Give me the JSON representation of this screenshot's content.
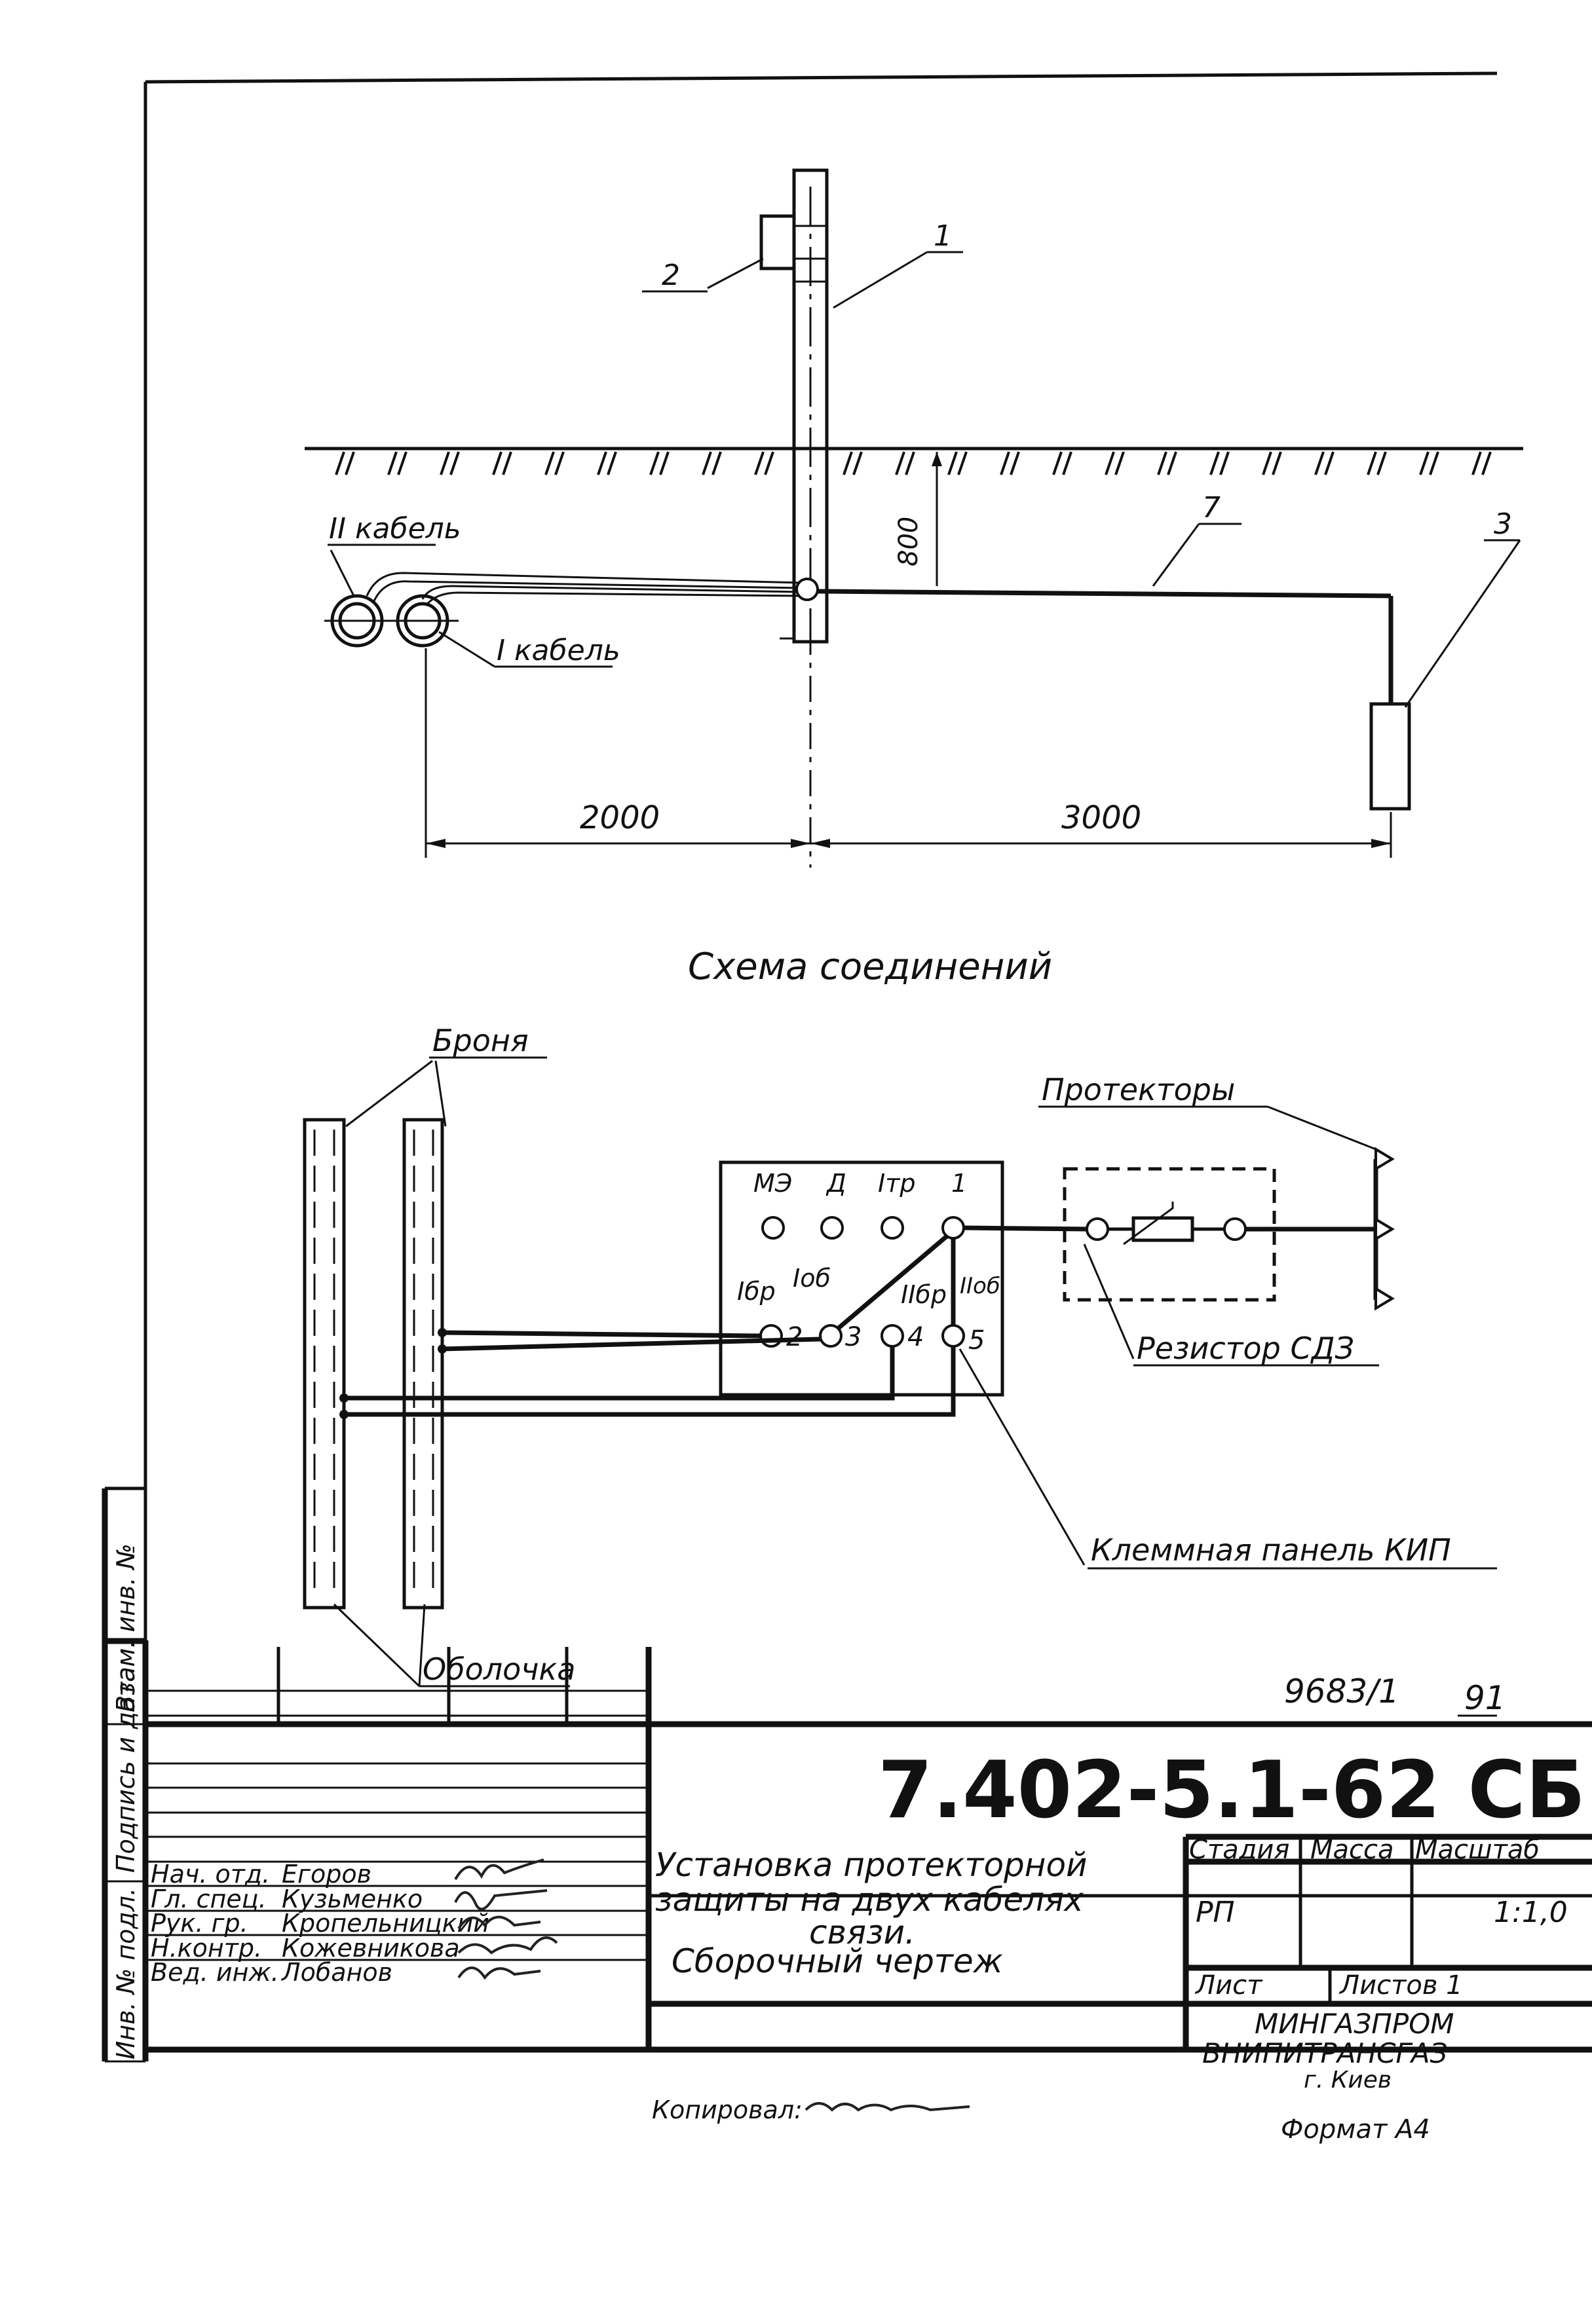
{
  "top_drawing": {
    "callouts": {
      "pole": "1",
      "box": "2",
      "protector": "3",
      "wire": "7"
    },
    "depth": "800",
    "cable2": "II кабель",
    "cable1": "I кабель",
    "dim_left": "2000",
    "dim_right": "3000"
  },
  "schema": {
    "title": "Схема соединений",
    "armor": "Броня",
    "sheath": "Оболочка",
    "protectors": "Протекторы",
    "resistor": "Резистор СДЗ",
    "panel": "Клеммная панель КИП",
    "terminals_top": [
      "МЭ",
      "Д",
      "Iтр",
      "1"
    ],
    "terminals_bottom_labels": [
      "Iбр",
      "Iоб",
      "IIбр",
      "IIоб"
    ],
    "terminals_bottom_numbers": [
      "2",
      "3",
      "4",
      "5"
    ]
  },
  "stamp": {
    "sheet_ref": "9683/1",
    "sheet_ref2": "91",
    "doc_number": "7.402-5.1-62 СБ",
    "title_lines": [
      "Установка протекторной",
      "защиты на двух кабелях",
      "связи.",
      "Сборочный чертеж"
    ],
    "stage_header": "Стадия",
    "mass_header": "Масса",
    "scale_header": "Масштаб",
    "stage": "РП",
    "scale": "1:1,0",
    "sheet_label": "Лист",
    "sheets_label": "Листов 1",
    "org_lines": [
      "МИНГАЗПРОМ",
      "ВНИПИТРАНСГАЗ",
      "г. Киев"
    ],
    "copied": "Копировал:",
    "format": "Формат А4",
    "roles": [
      "Нач. отд.",
      "Гл. спец.",
      "Рук. гр.",
      "Н.контр.",
      "Вед. инж."
    ],
    "names": [
      "Егоров",
      "Кузьменко",
      "Кропельницкий",
      "Кожевникова",
      "Лобанов"
    ],
    "side_labels": [
      "Инв. № подл.",
      "Подпись и дата",
      "Взам. инв. №"
    ]
  }
}
